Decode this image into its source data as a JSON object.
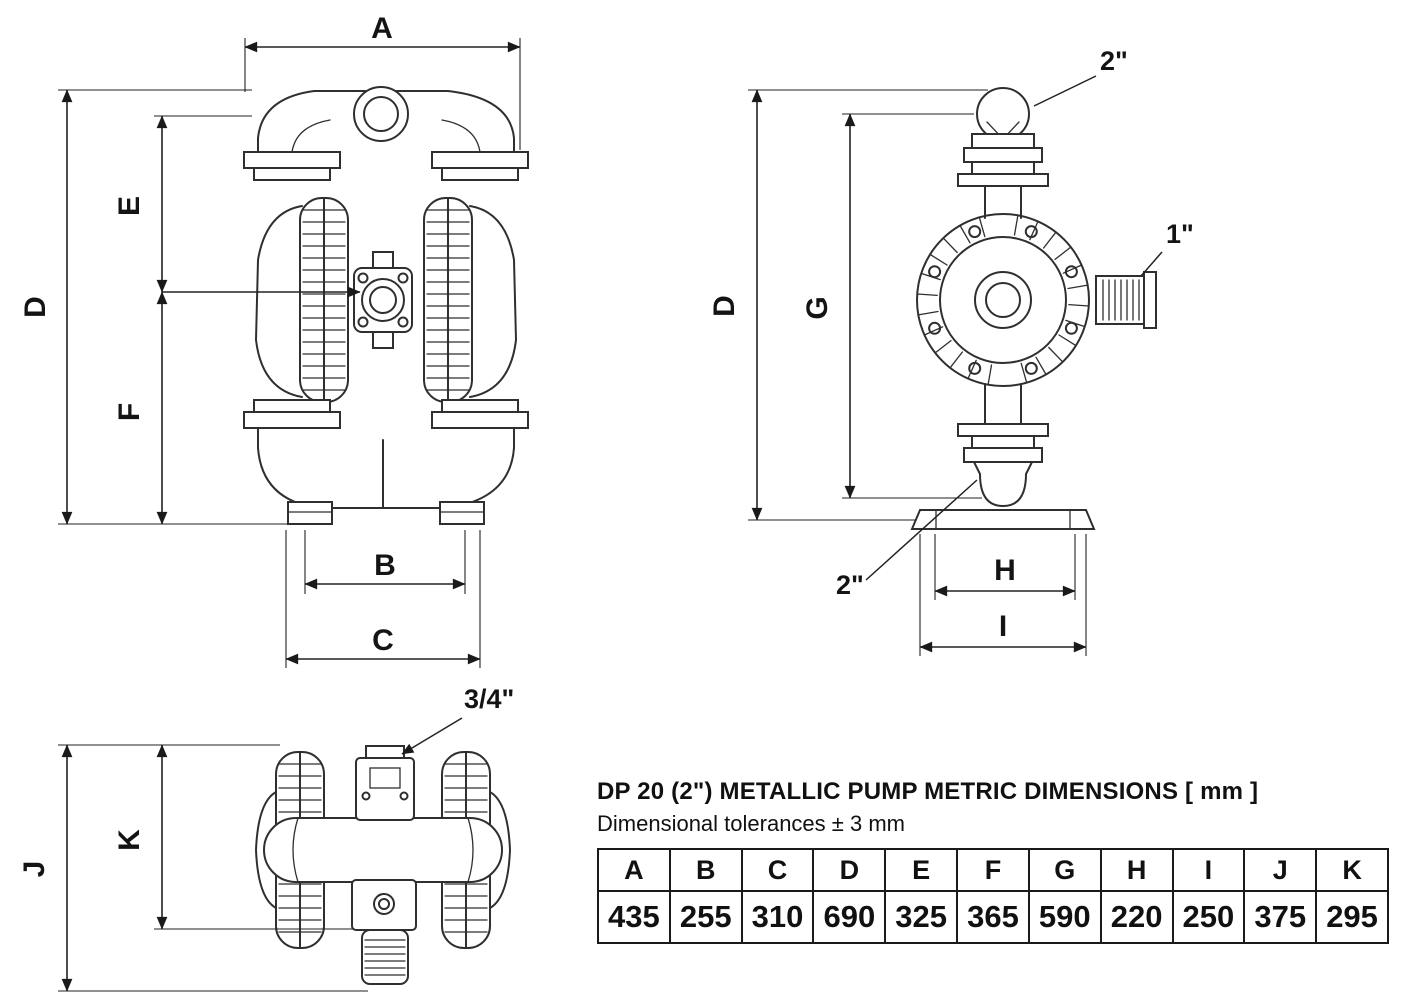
{
  "doc": {
    "title": "DP 20 (2\") METALLIC PUMP METRIC DIMENSIONS [ mm ]",
    "subtitle": "Dimensional tolerances ± 3 mm"
  },
  "front_view": {
    "dim_a": "A",
    "dim_b": "B",
    "dim_c": "C",
    "dim_d": "D",
    "dim_e": "E",
    "dim_f": "F"
  },
  "side_view": {
    "dim_d": "D",
    "dim_g": "G",
    "dim_h": "H",
    "dim_i": "I",
    "port_top": "2\"",
    "port_side": "1\"",
    "port_bottom": "2\""
  },
  "top_view": {
    "dim_j": "J",
    "dim_k": "K",
    "port_air": "3/4\""
  },
  "table": {
    "headers": [
      "A",
      "B",
      "C",
      "D",
      "E",
      "F",
      "G",
      "H",
      "I",
      "J",
      "K"
    ],
    "values": [
      "435",
      "255",
      "310",
      "690",
      "325",
      "365",
      "590",
      "220",
      "250",
      "375",
      "295"
    ]
  }
}
